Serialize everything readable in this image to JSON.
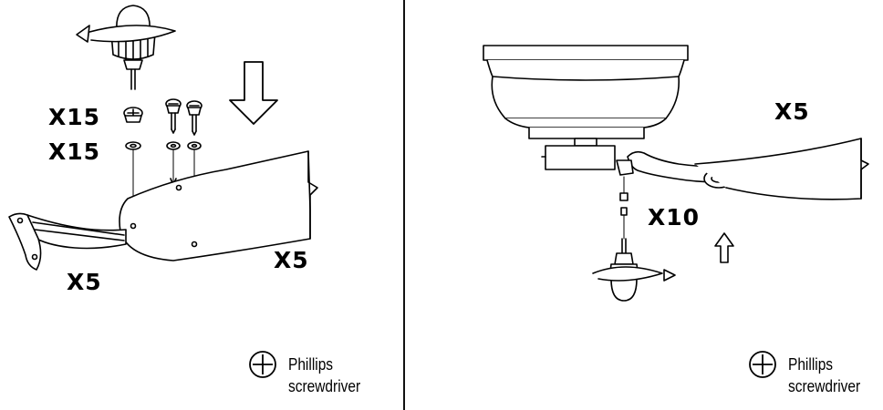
{
  "left_panel": {
    "labels": {
      "screws_qty": "X15",
      "washers_qty": "X15",
      "blades_qty": "X5",
      "brackets_qty": "X5"
    },
    "tool": {
      "line1": "Phillips",
      "line2": "screwdriver",
      "icon": "phillips-cross-icon"
    }
  },
  "right_panel": {
    "labels": {
      "blades_qty": "X5",
      "screws_qty": "X10"
    },
    "tool": {
      "line1": "Phillips",
      "line2": "screwdriver",
      "icon": "phillips-cross-icon"
    }
  }
}
